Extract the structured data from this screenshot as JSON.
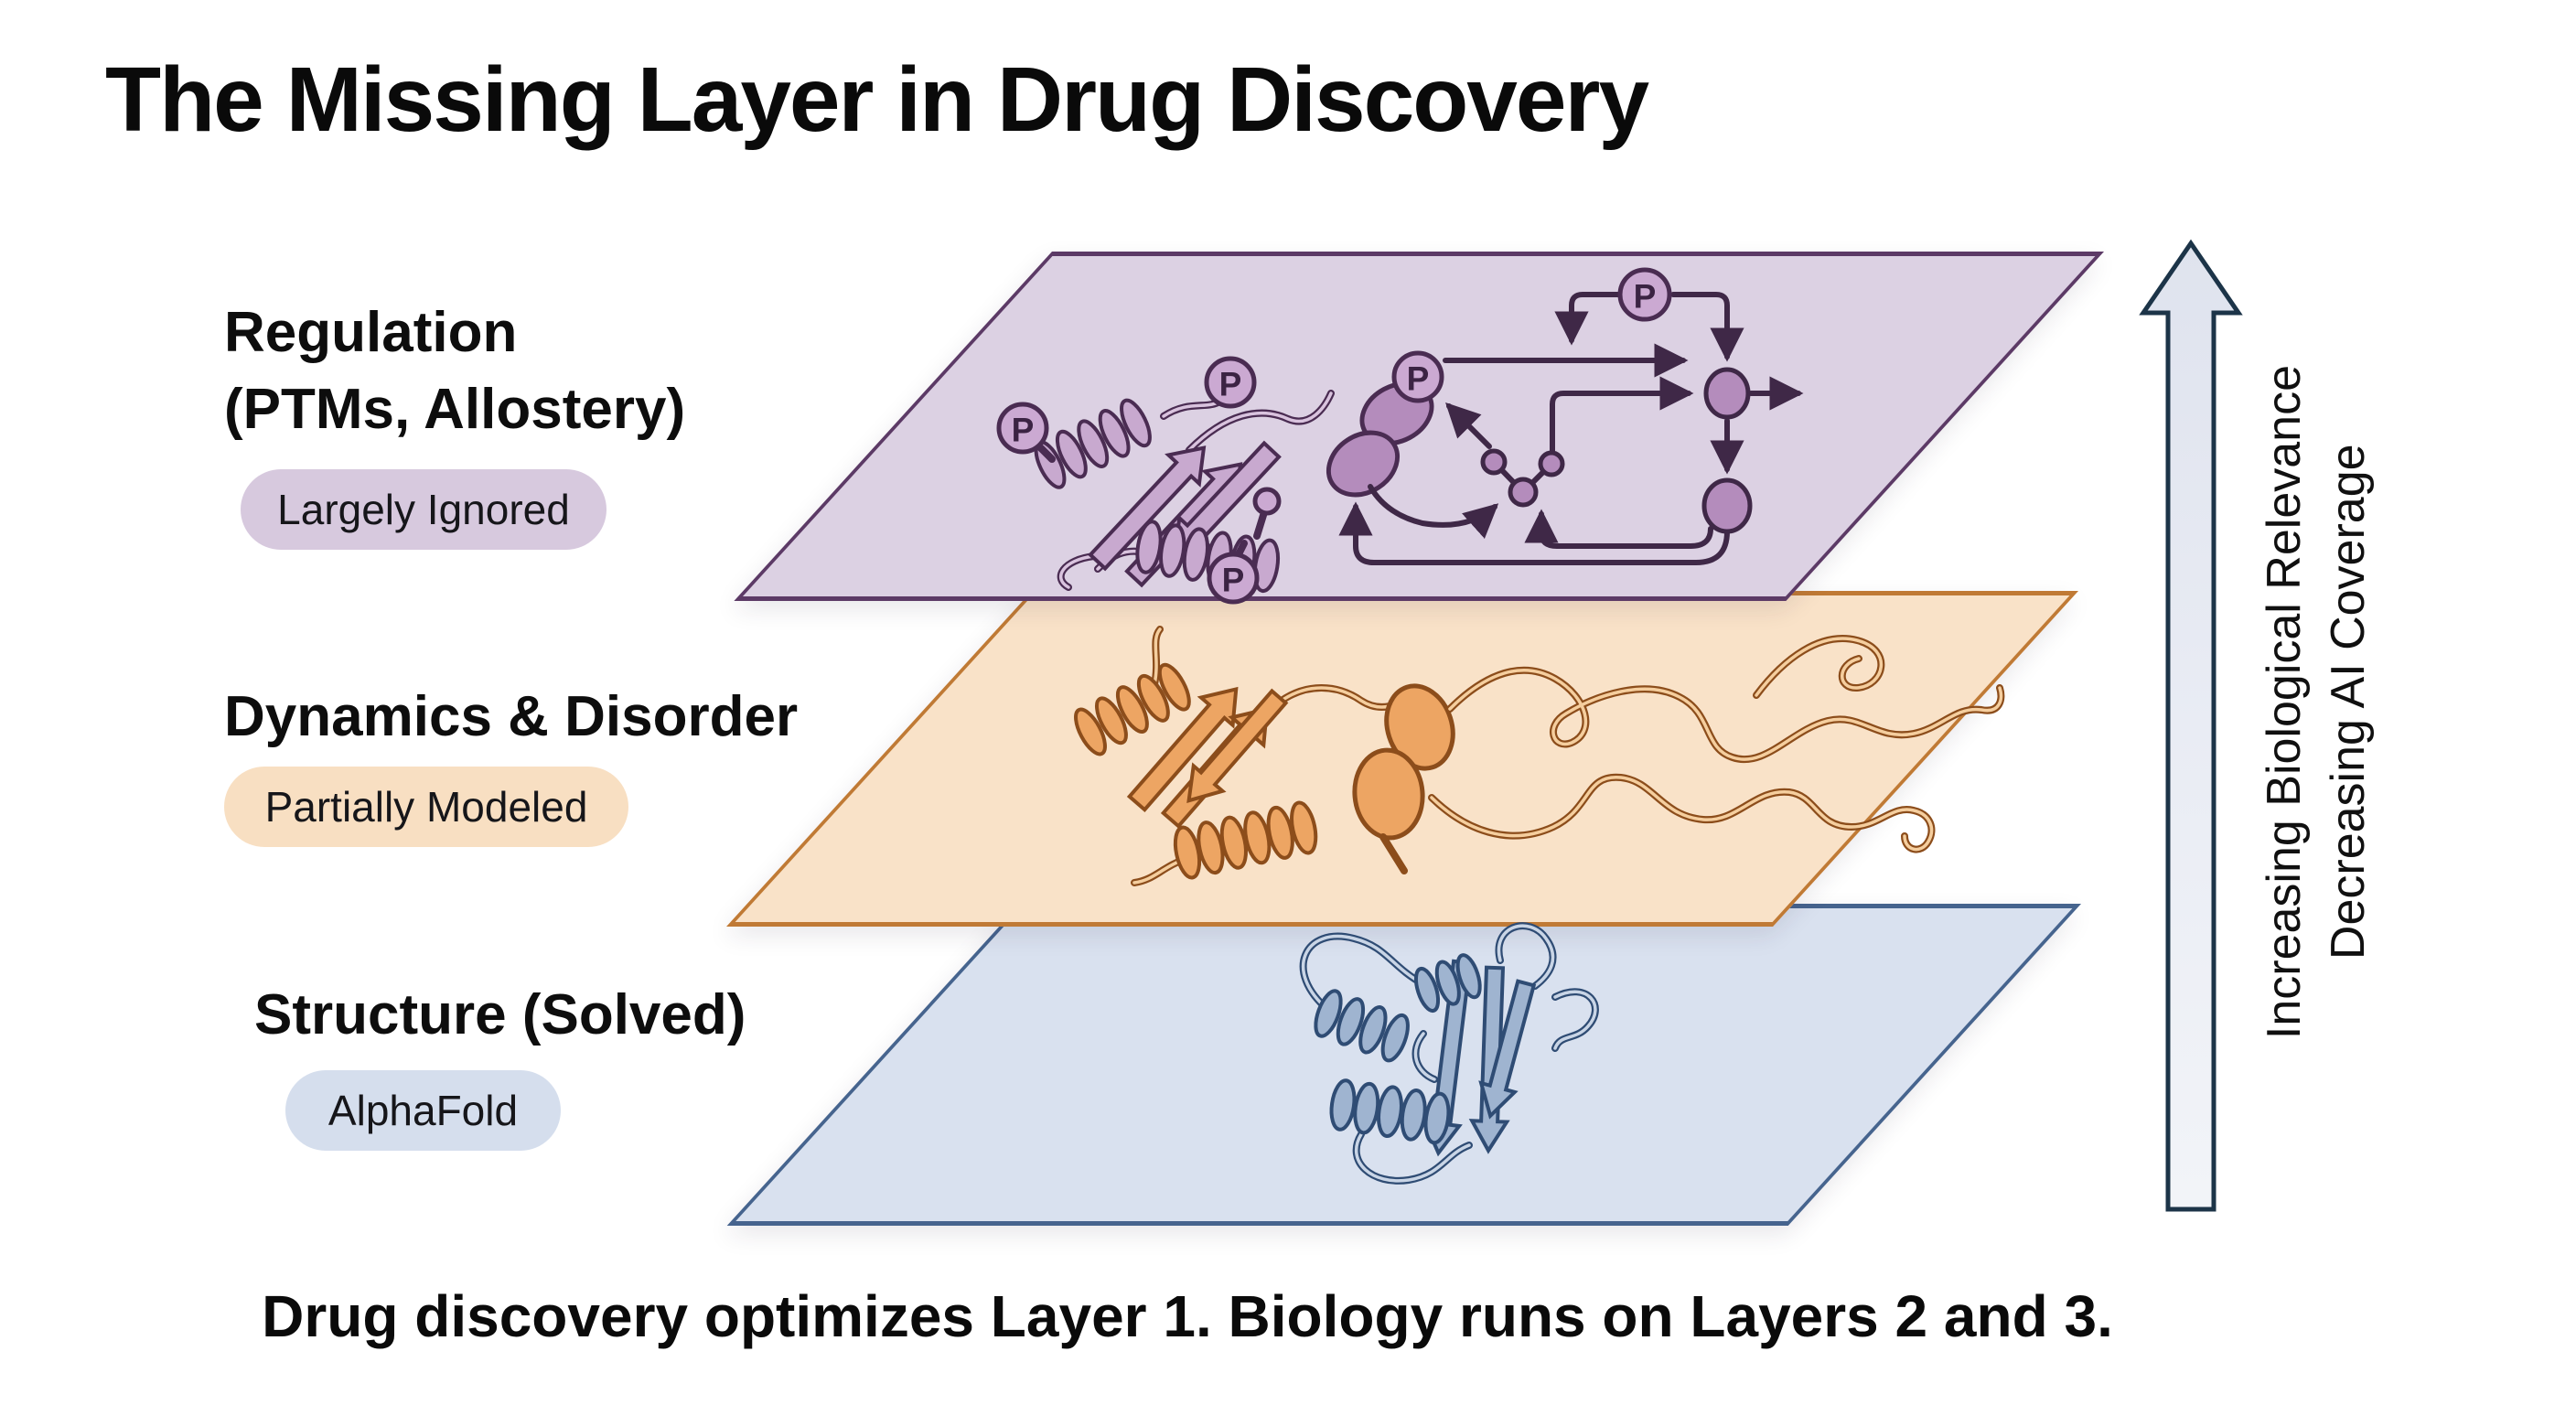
{
  "title": "The Missing Layer in Drug Discovery",
  "caption": "Drug discovery optimizes Layer 1. Biology runs on Layers 2 and 3.",
  "arrow_labels": {
    "line1": "Increasing Biological Relevance",
    "line2": "Decreasing AI Coverage"
  },
  "p_label": "P",
  "layers": [
    {
      "name": "Regulation (PTMs, Allostery)",
      "label_lines": [
        "Regulation",
        "(PTMs, Allostery)"
      ],
      "badge": "Largely Ignored",
      "colors": {
        "fill": "#DCD1E3",
        "border": "#5C3A66",
        "badge_bg": "#D7C9DE"
      }
    },
    {
      "name": "Dynamics & Disorder",
      "label_lines": [
        "Dynamics & Disorder"
      ],
      "badge": "Partially Modeled",
      "colors": {
        "fill": "#F9E2C8",
        "border": "#C07A35",
        "badge_bg": "#F8DFC2"
      }
    },
    {
      "name": "Structure (Solved)",
      "label_lines": [
        "Structure (Solved)"
      ],
      "badge": "AlphaFold",
      "colors": {
        "fill": "#D9E1EF",
        "border": "#46648E",
        "badge_bg": "#D5DEED"
      }
    }
  ],
  "axis_arrow_colors": {
    "fill": "#E9ECF4",
    "stroke": "#1C3448"
  }
}
